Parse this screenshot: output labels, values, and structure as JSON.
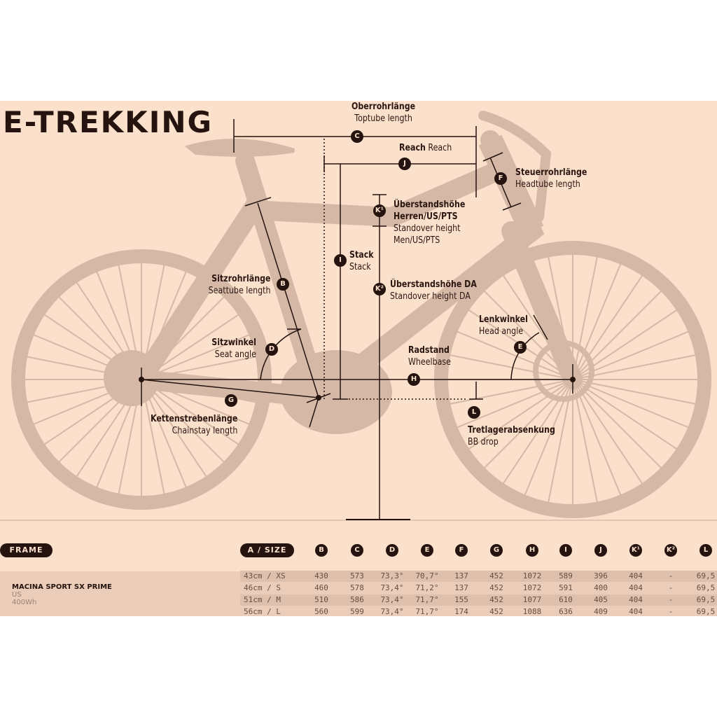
{
  "title": "E-TREKKING",
  "labels": {
    "C": {
      "de": "Oberrohrlänge",
      "en": "Toptube length"
    },
    "J": {
      "de": "Reach",
      "en": "Reach"
    },
    "F": {
      "de": "Steuerrohrlänge",
      "en": "Headtube length"
    },
    "K1": {
      "de": "Überstandshöhe Herren/US/PTS",
      "de1": "Überstandshöhe",
      "de2": "Herren/US/PTS",
      "en1": "Standover height",
      "en2": "Men/US/PTS"
    },
    "I": {
      "de": "Stack",
      "en": "Stack"
    },
    "K2": {
      "de": "Überstandshöhe DA",
      "en": "Standover height DA"
    },
    "B": {
      "de": "Sitzrohrlänge",
      "en": "Seattube length"
    },
    "E": {
      "de": "Lenkwinkel",
      "en": "Head angle"
    },
    "D": {
      "de": "Sitzwinkel",
      "en": "Seat angle"
    },
    "H": {
      "de": "Radstand",
      "en": "Wheelbase"
    },
    "G": {
      "de": "Kettenstrebenlänge",
      "en": "Chainstay length"
    },
    "L": {
      "de": "Tretlagerabsenkung",
      "en": "BB drop"
    }
  },
  "markers": {
    "B": "B",
    "C": "C",
    "D": "D",
    "E": "E",
    "F": "F",
    "G": "G",
    "H": "H",
    "I": "I",
    "J": "J",
    "K1": "K¹",
    "K2": "K²",
    "L": "L"
  },
  "table": {
    "frame_label": "FRAME",
    "size_label": "A / SIZE",
    "columns": [
      "B",
      "C",
      "D",
      "E",
      "F",
      "G",
      "H",
      "I",
      "J",
      "K¹",
      "K²",
      "L"
    ],
    "model": {
      "name": "MACINA SPORT SX PRIME",
      "variant": "US",
      "battery": "400Wh"
    },
    "rows": [
      [
        "43cm / XS",
        "430",
        "573",
        "73,3°",
        "70,7°",
        "137",
        "452",
        "1072",
        "589",
        "396",
        "404",
        "-",
        "69,5"
      ],
      [
        "46cm / S",
        "460",
        "578",
        "73,4°",
        "71,2°",
        "137",
        "452",
        "1072",
        "591",
        "400",
        "404",
        "-",
        "69,5"
      ],
      [
        "51cm / M",
        "510",
        "586",
        "73,4°",
        "71,7°",
        "155",
        "452",
        "1077",
        "610",
        "405",
        "404",
        "-",
        "69,5"
      ],
      [
        "56cm / L",
        "560",
        "599",
        "73,4°",
        "71,7°",
        "174",
        "452",
        "1088",
        "636",
        "409",
        "404",
        "-",
        "69,5"
      ]
    ]
  },
  "colors": {
    "background": "#fbe0cb",
    "bike": "#d6b8a6",
    "ink": "#24130e"
  }
}
